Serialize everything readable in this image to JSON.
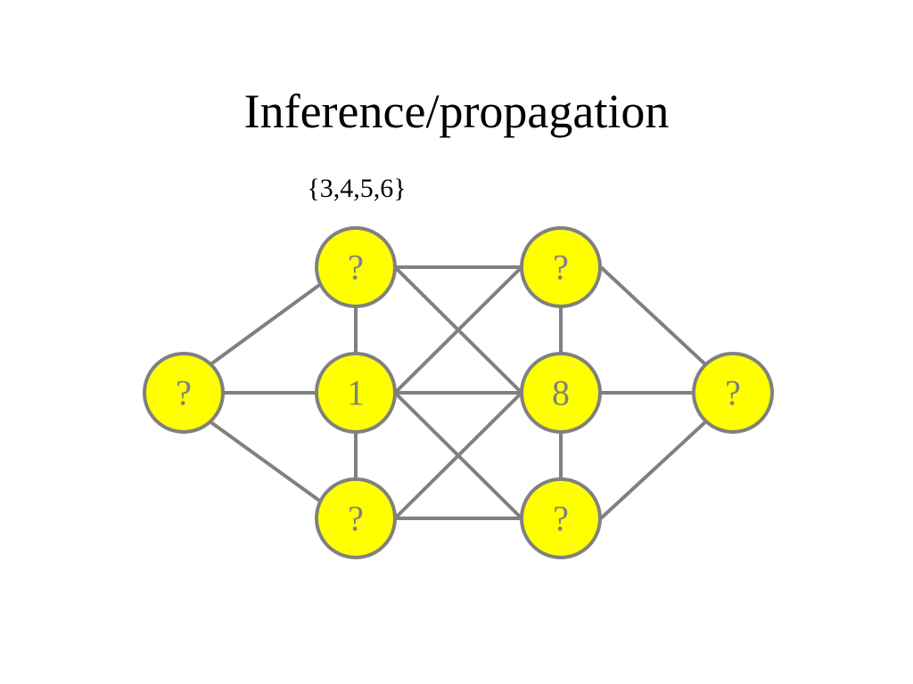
{
  "slide": {
    "title": "Inference/propagation",
    "annotation": "{3,4,5,6}"
  },
  "colors": {
    "node_fill": "#ffff00",
    "node_stroke": "#808080",
    "edge": "#808080",
    "label": "#808080",
    "text": "#000000"
  },
  "nodes": {
    "left": "?",
    "mid_top": "?",
    "mid_center": "1",
    "mid_bottom": "?",
    "right_top": "?",
    "right_center": "8",
    "right_bottom": "?",
    "far_right": "?"
  }
}
